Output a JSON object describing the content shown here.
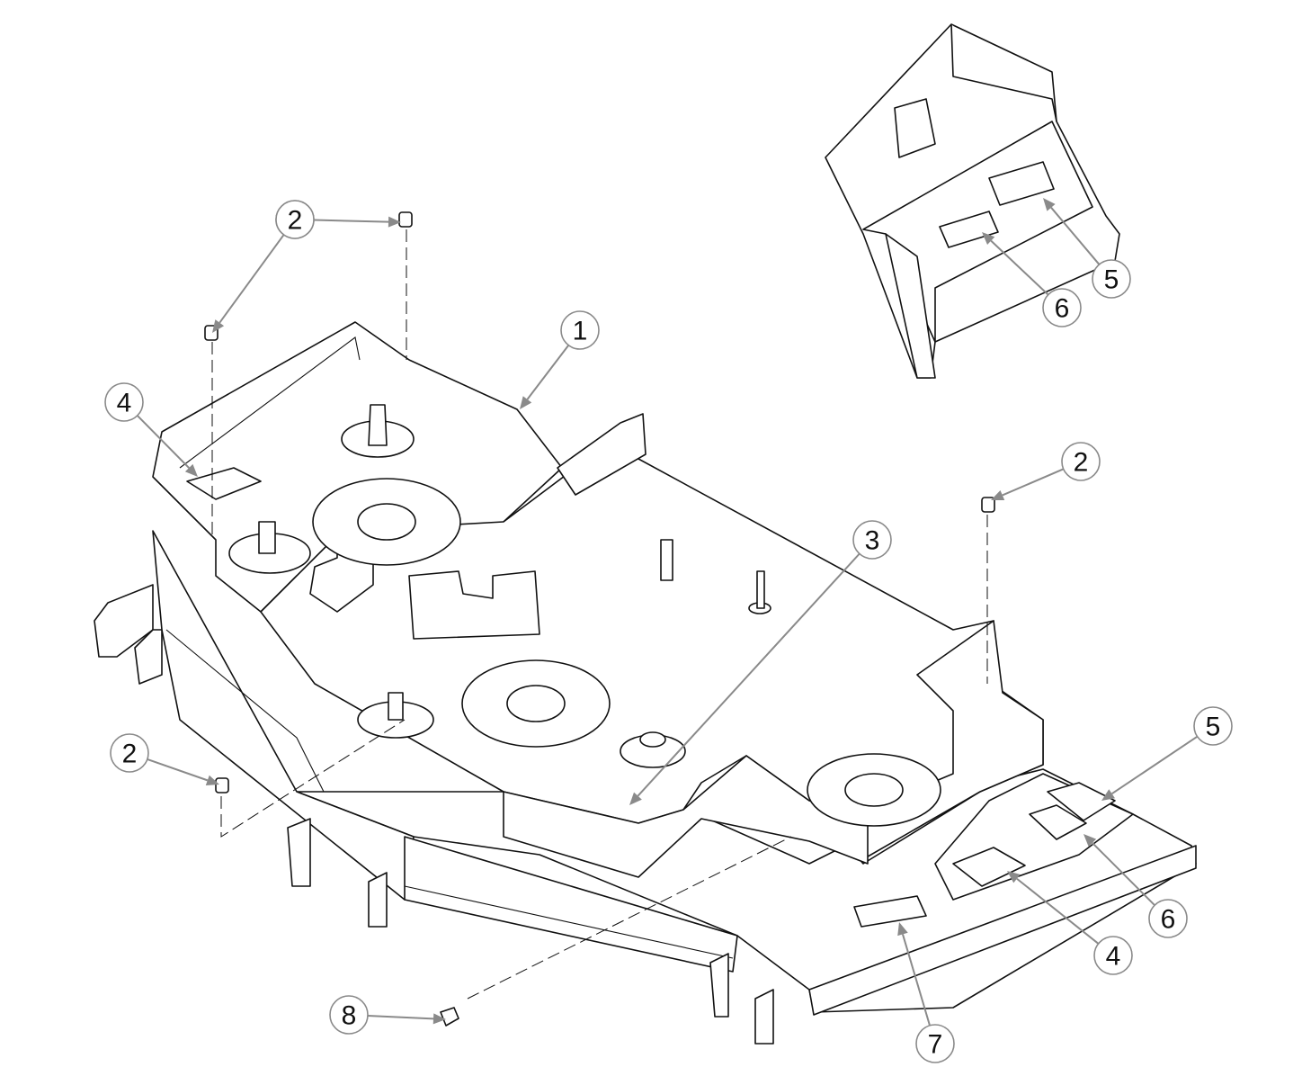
{
  "diagram": {
    "type": "exploded-parts-view",
    "subject": "mower deck assembly",
    "views": [
      "main-assembly",
      "inset-detail"
    ],
    "callouts": [
      {
        "id": "c1",
        "number": "1",
        "target": "deck-housing"
      },
      {
        "id": "c2a",
        "number": "2",
        "target": "clip-nut-top"
      },
      {
        "id": "c2b",
        "number": "2",
        "target": "clip-nut-left-upper"
      },
      {
        "id": "c2c",
        "number": "2",
        "target": "clip-nut-right"
      },
      {
        "id": "c2d",
        "number": "2",
        "target": "clip-nut-left-lower"
      },
      {
        "id": "c3",
        "number": "3",
        "target": "baffle"
      },
      {
        "id": "c4a",
        "number": "4",
        "target": "decal-left"
      },
      {
        "id": "c4b",
        "number": "4",
        "target": "decal-right"
      },
      {
        "id": "c5a",
        "number": "5",
        "target": "decal-inset"
      },
      {
        "id": "c5b",
        "number": "5",
        "target": "decal-right-rear"
      },
      {
        "id": "c6a",
        "number": "6",
        "target": "decal-inset-small"
      },
      {
        "id": "c6b",
        "number": "6",
        "target": "decal-right-front"
      },
      {
        "id": "c7",
        "number": "7",
        "target": "serial-plate"
      },
      {
        "id": "c8",
        "number": "8",
        "target": "bolt"
      }
    ],
    "serial_plate_text": "",
    "colors": {
      "line": "#111111",
      "leader": "#8a8a8a",
      "background": "#ffffff"
    }
  }
}
